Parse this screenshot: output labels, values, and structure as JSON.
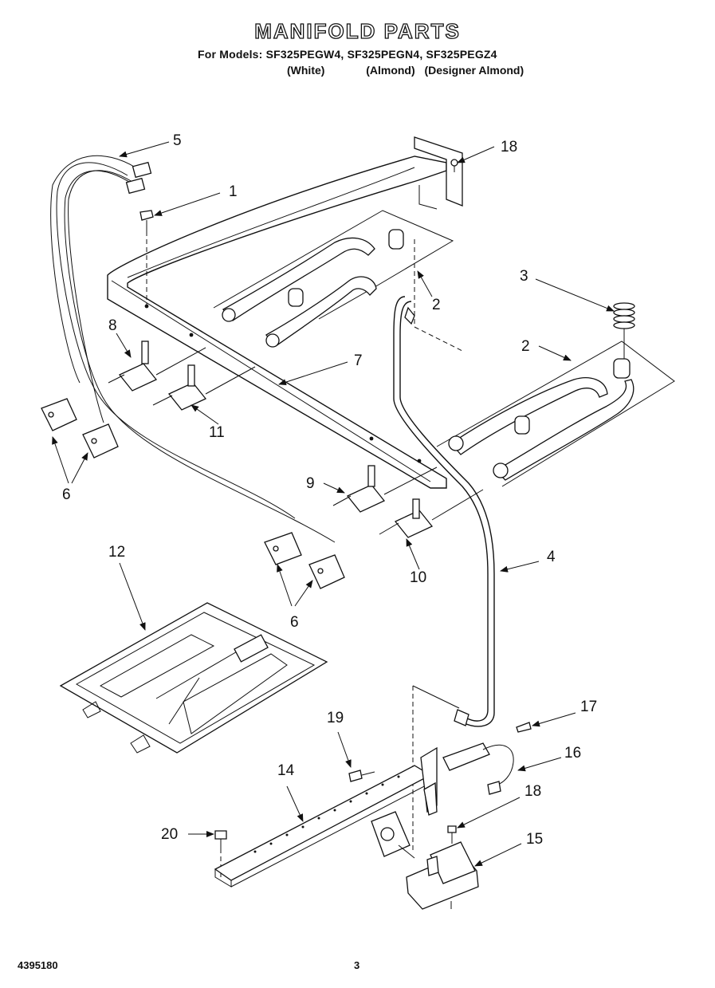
{
  "header": {
    "title": "MANIFOLD PARTS",
    "models": "For Models: SF325PEGW4, SF325PEGN4, SF325PEGZ4",
    "variant_white": "(White)",
    "variant_almond": "(Almond)",
    "variant_designer": "(Designer Almond)"
  },
  "callouts": {
    "c1": "1",
    "c2a": "2",
    "c2b": "2",
    "c3": "3",
    "c4": "4",
    "c5": "5",
    "c6a": "6",
    "c6b": "6",
    "c7": "7",
    "c8": "8",
    "c9": "9",
    "c10": "10",
    "c11": "11",
    "c12": "12",
    "c14": "14",
    "c15": "15",
    "c16": "16",
    "c17": "17",
    "c18a": "18",
    "c18b": "18",
    "c19": "19",
    "c20": "20"
  },
  "footer": {
    "doc_number": "4395180",
    "page_number": "3"
  }
}
